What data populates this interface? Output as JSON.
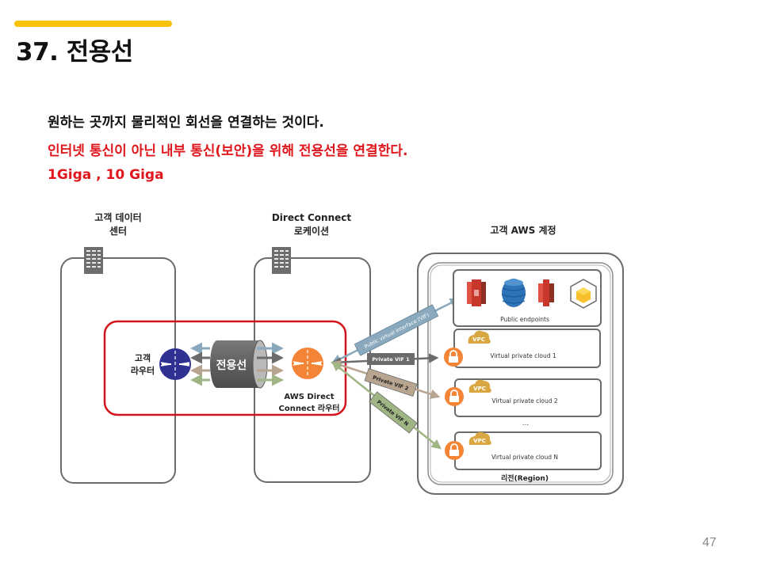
{
  "slide": {
    "title": "37. 전용선",
    "lines": [
      "원하는 곳까지 물리적인 회선을 연결하는 것이다.",
      "인터넷 통신이 아닌 내부 통신(보안)을 위해 전용선을 연결한다.",
      "1Giga , 10 Giga"
    ],
    "page_number": "47",
    "colors": {
      "accent": "#f9c20a",
      "highlight_text": "#e0161d",
      "highlight_box": "#d3141c"
    }
  },
  "diagram": {
    "zones": {
      "customer_dc": {
        "label_line1": "고객 데이터",
        "label_line2": "센터",
        "icon": "building-icon"
      },
      "dx_location": {
        "label_line1": "Direct Connect",
        "label_line2": "로케이션",
        "icon": "building-icon"
      },
      "aws_account": {
        "label": "고객 AWS 계정"
      }
    },
    "customer_router": {
      "label_line1": "고객",
      "label_line2": "라우터",
      "icon": "router-icon",
      "color": "#2e3192"
    },
    "leased_line": {
      "label": "전용선",
      "icon": "cable-cylinder-icon"
    },
    "aws_router": {
      "label_line1": "AWS Direct",
      "label_line2": "Connect 라우터",
      "icon": "router-icon",
      "color": "#f58536"
    },
    "vifs": [
      {
        "label": "Public virtual interface (VIF)",
        "color": "#8aa9bd"
      },
      {
        "label": "Private VIF 1",
        "color": "#6b6b6b"
      },
      {
        "label": "Private VIF 2",
        "color": "#b8a58f"
      },
      {
        "label": "Private VIF N",
        "color": "#9fb584"
      }
    ],
    "public_endpoints": {
      "label": "Public endpoints",
      "services": [
        "s3-icon",
        "dynamodb-icon",
        "redshift-icon",
        "simpledb-icon"
      ]
    },
    "vpcs": [
      {
        "badge": "VPC",
        "label": "Virtual private cloud 1"
      },
      {
        "badge": "VPC",
        "label": "Virtual private cloud 2"
      },
      {
        "badge": "VPC",
        "label": "Virtual private cloud N"
      }
    ],
    "ellipsis": "...",
    "region_label": "리전(Region)"
  }
}
